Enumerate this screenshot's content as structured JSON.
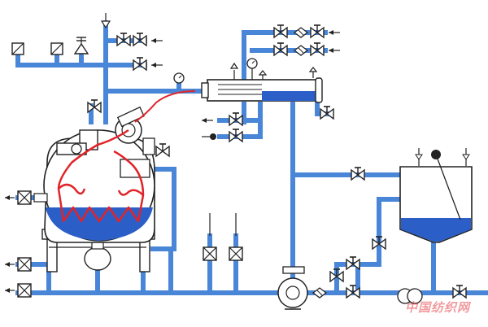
{
  "diagram": {
    "watermark": "中国纺织网",
    "colors": {
      "pipe": "#4a86d8",
      "liquid": "#2b5fc7",
      "heating": "#e0242a",
      "line": "#222222",
      "vessel_fill": "#ffffff",
      "background": "#ffffff"
    },
    "components": [
      "dyeing-vessel",
      "nozzle",
      "heating-coil",
      "heat-exchanger",
      "circulation-pump",
      "feed-tank",
      "float-gauge",
      "valves",
      "pressure-gauges",
      "safety-valve",
      "filter",
      "agitator-motor"
    ]
  }
}
